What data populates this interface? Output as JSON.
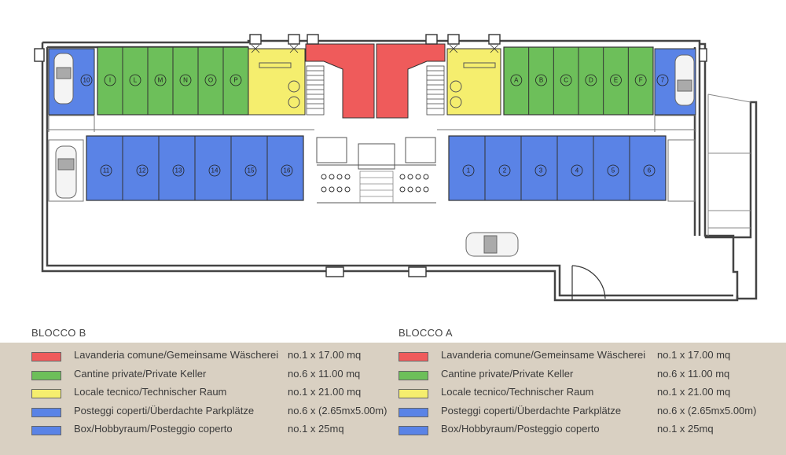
{
  "colors": {
    "laundry": "#ef5b5b",
    "cellar": "#6dbf5a",
    "technical": "#f5ee6e",
    "parking": "#5a83e6",
    "box": "#5a83e6"
  },
  "units": {
    "cellars_b": [
      "I",
      "L",
      "M",
      "N",
      "O",
      "P"
    ],
    "cellars_a": [
      "A",
      "B",
      "C",
      "D",
      "E",
      "F"
    ],
    "parking_b": [
      "11",
      "12",
      "13",
      "14",
      "15",
      "16"
    ],
    "parking_a": [
      "1",
      "2",
      "3",
      "4",
      "5",
      "6"
    ],
    "box_b": "10",
    "box_a": "7"
  },
  "legend": {
    "block_b": {
      "title": "BLOCCO B",
      "items": [
        {
          "label": "Lavanderia comune/Gemeinsame Wäscherei",
          "qty": "no.1 x 17.00 mq",
          "color": "#ef5b5b"
        },
        {
          "label": "Cantine private/Private Keller",
          "qty": "no.6 x 11.00 mq",
          "color": "#6dbf5a"
        },
        {
          "label": "Locale tecnico/Technischer Raum",
          "qty": "no.1 x 21.00 mq",
          "color": "#f5ee6e"
        },
        {
          "label": "Posteggi coperti/Überdachte Parkplätze",
          "qty": "no.6 x (2.65mx5.00m)",
          "color": "#5a83e6"
        },
        {
          "label": "Box/Hobbyraum/Posteggio coperto",
          "qty": "no.1 x 25mq",
          "color": "#5a83e6"
        }
      ]
    },
    "block_a": {
      "title": "BLOCCO A",
      "items": [
        {
          "label": "Lavanderia comune/Gemeinsame Wäscherei",
          "qty": "no.1 x 17.00 mq",
          "color": "#ef5b5b"
        },
        {
          "label": "Cantine private/Private Keller",
          "qty": "no.6 x 11.00 mq",
          "color": "#6dbf5a"
        },
        {
          "label": "Locale tecnico/Technischer Raum",
          "qty": "no.1 x 21.00 mq",
          "color": "#f5ee6e"
        },
        {
          "label": "Posteggi coperti/Überdachte Parkplätze",
          "qty": "no.6 x (2.65mx5.00m)",
          "color": "#5a83e6"
        },
        {
          "label": "Box/Hobbyraum/Posteggio coperto",
          "qty": "no.1 x 25mq",
          "color": "#5a83e6"
        }
      ]
    }
  }
}
